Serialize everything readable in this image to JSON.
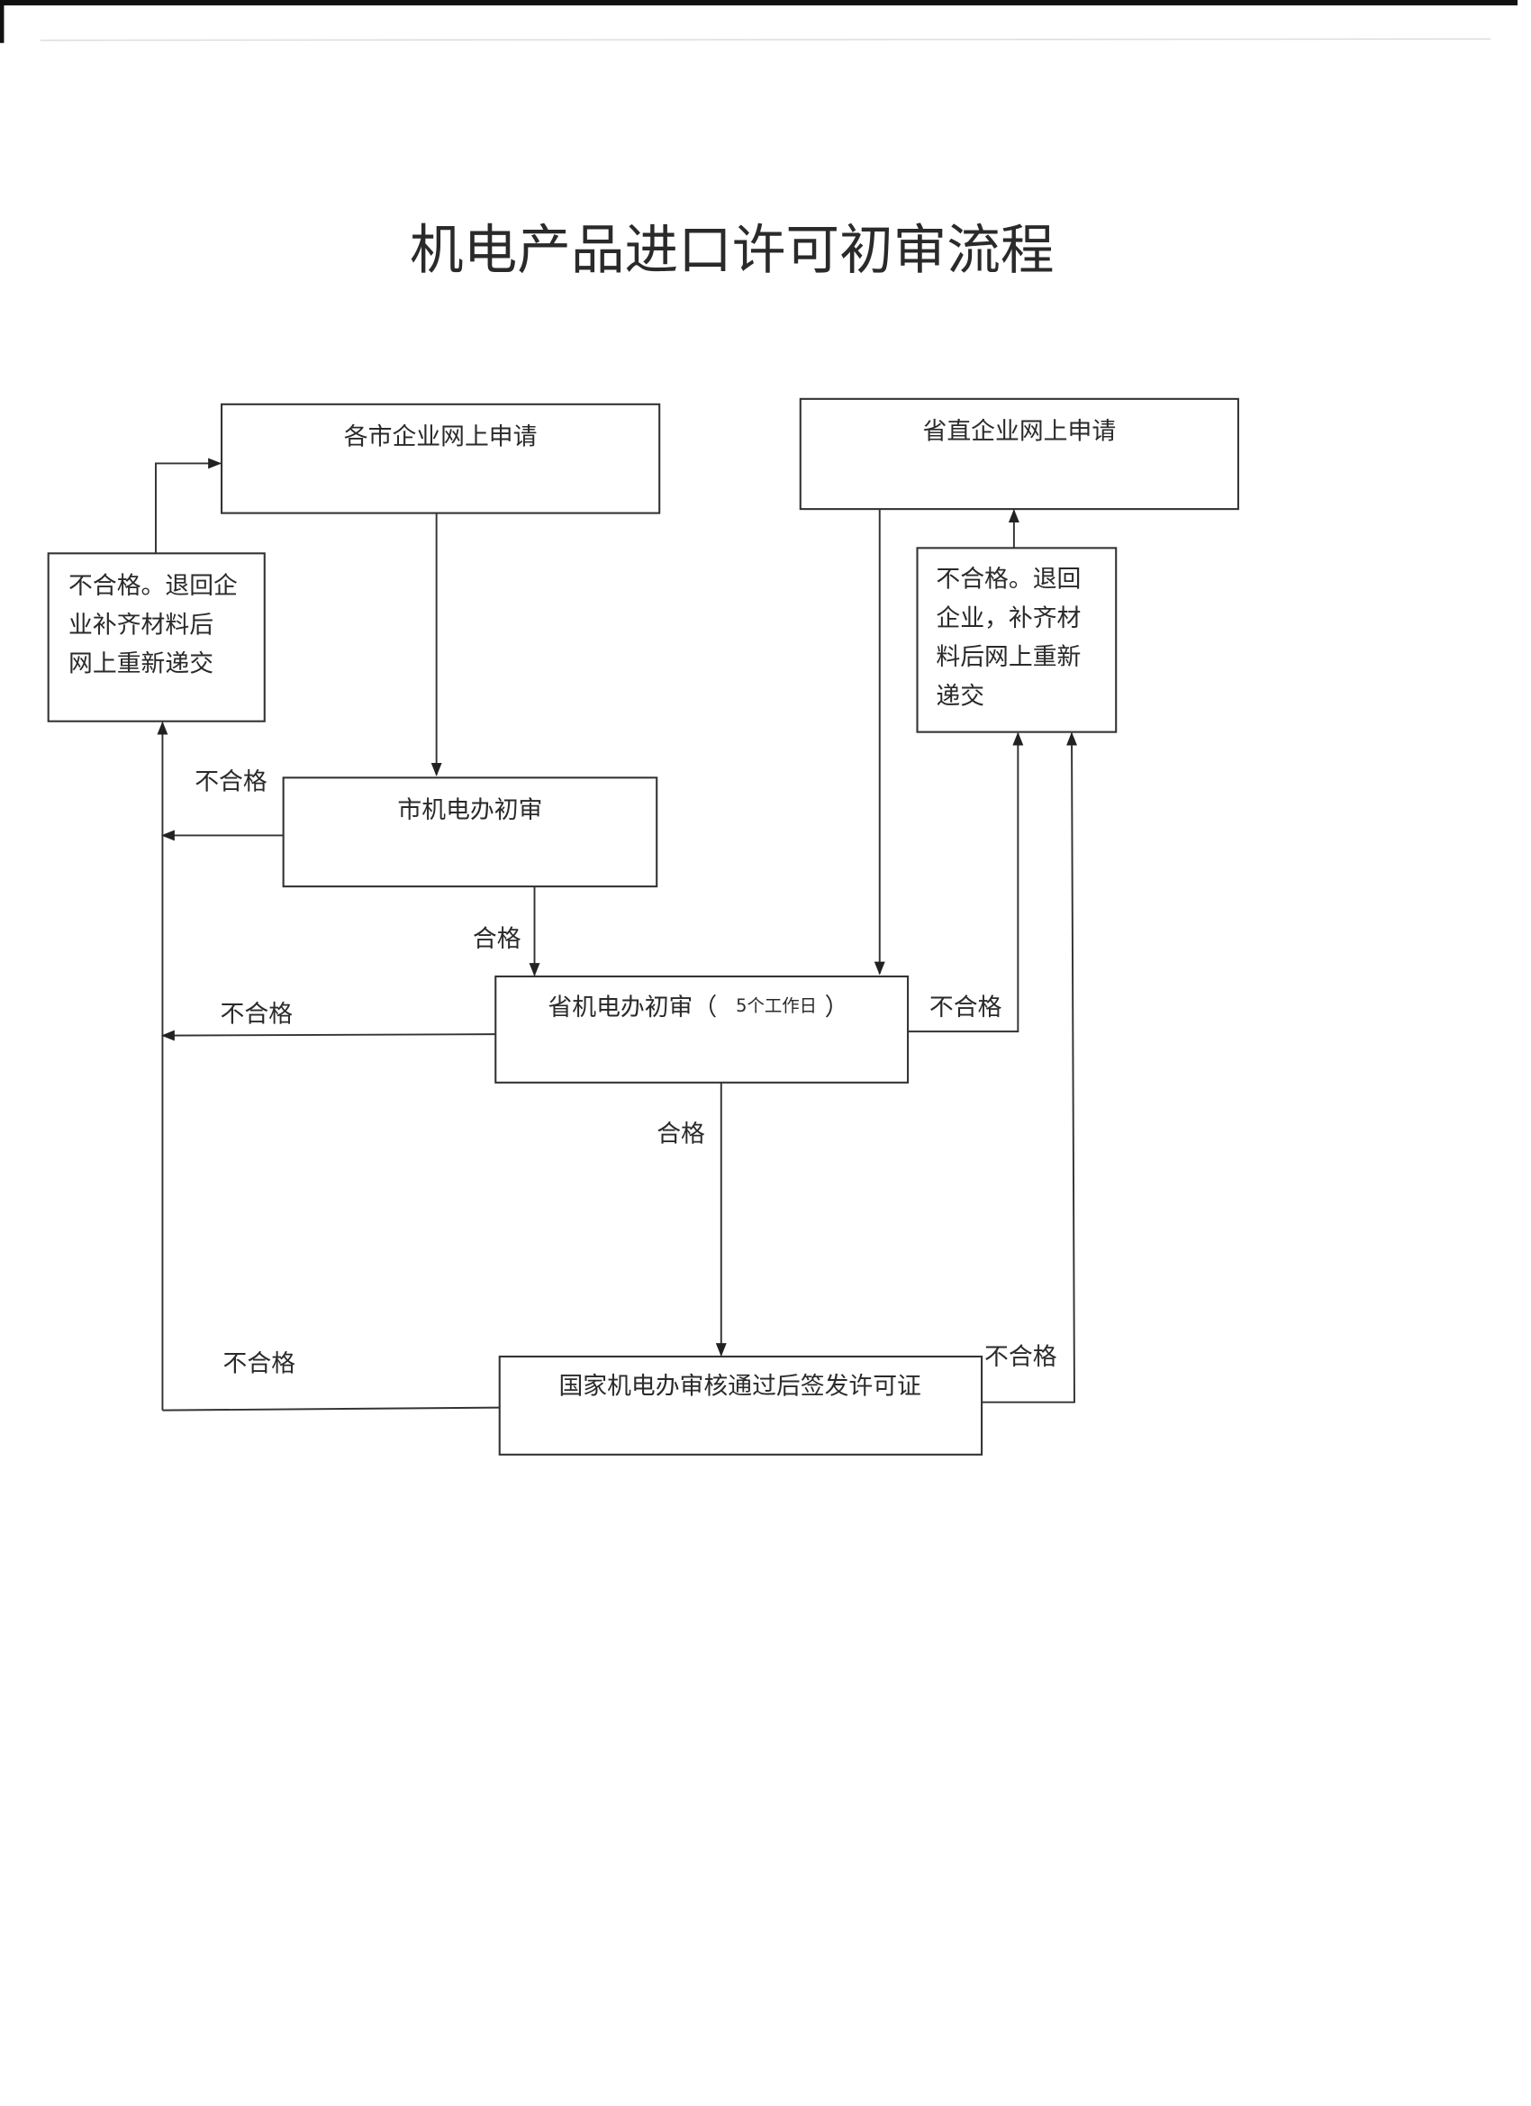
{
  "title": "机电产品进口许可初审流程",
  "nodes": {
    "city_apply": "各市企业网上申请",
    "prov_direct_apply": "省直企业网上申请",
    "left_reject": [
      "不合格。退回企",
      "业补齐材料后",
      "网上重新递交"
    ],
    "right_reject": [
      "不合格。退回",
      "企业，补齐材",
      "料后网上重新",
      "递交"
    ],
    "city_review": "市机电办初审",
    "prov_review": "省机电办初审（",
    "prov_review_days": "5个工作日",
    "prov_review_close": "）",
    "national": "国家机电办审核通过后签发许可证"
  },
  "labels": {
    "fail": "不合格",
    "pass": "合格"
  }
}
